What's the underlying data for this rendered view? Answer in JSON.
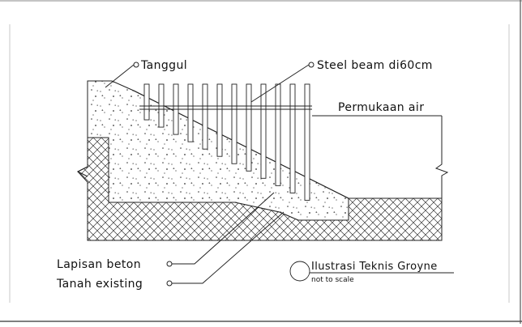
{
  "drawing": {
    "labels": {
      "embankment": "Tanggul",
      "steel_beam": "Steel beam di60cm",
      "water_surface": "Permukaan air",
      "concrete_layer": "Lapisan beton",
      "existing_soil": "Tanah existing"
    },
    "title_block": {
      "title": "Ilustrasi Teknis Groyne",
      "note": "not to scale"
    },
    "colors": {
      "line": "#222222",
      "background": "#ffffff",
      "frame": "#555555"
    }
  }
}
